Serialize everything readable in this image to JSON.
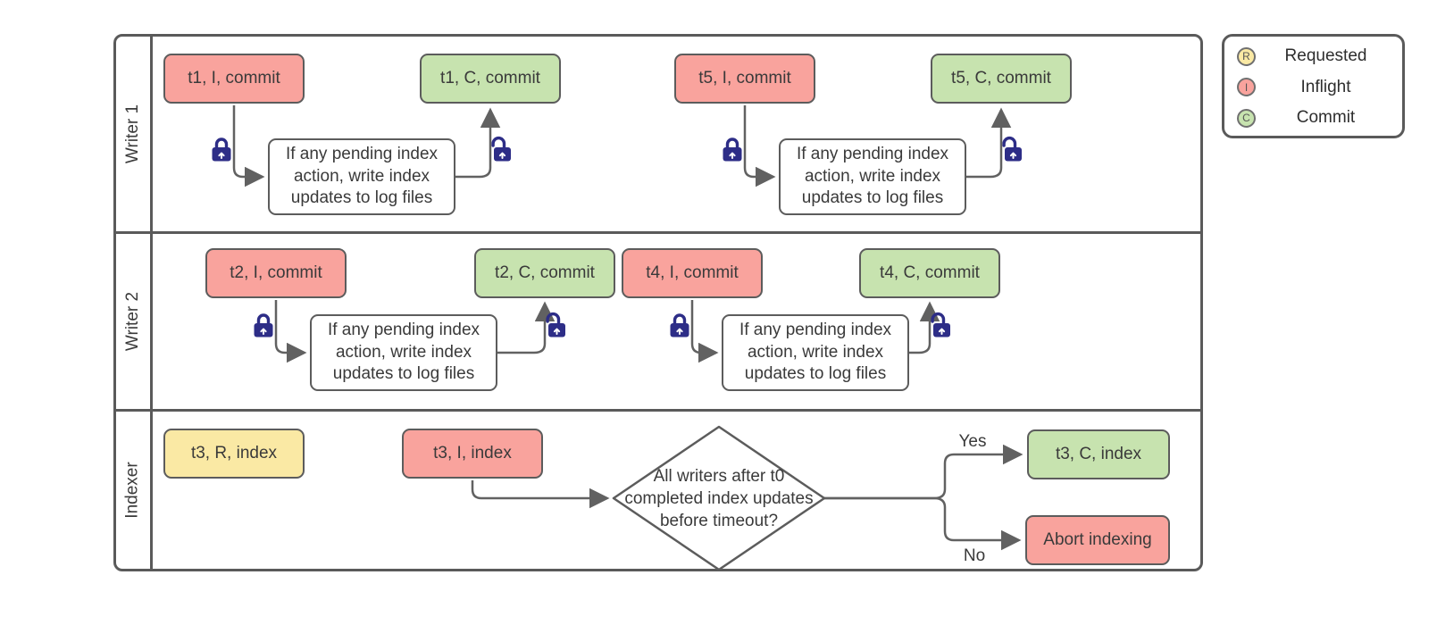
{
  "diagram": {
    "lanes": [
      "Writer 1",
      "Writer 2",
      "Indexer"
    ],
    "legend": {
      "items": [
        {
          "symbol": "R",
          "label": "Requested"
        },
        {
          "symbol": "I",
          "label": "Inflight"
        },
        {
          "symbol": "C",
          "label": "Commit"
        }
      ]
    },
    "nodes": {
      "t1_inflight": "t1, I, commit",
      "t1_commit": "t1, C, commit",
      "t5_inflight": "t5, I, commit",
      "t5_commit": "t5, C, commit",
      "t2_inflight": "t2, I, commit",
      "t2_commit": "t2, C, commit",
      "t4_inflight": "t4, I, commit",
      "t4_commit": "t4, C, commit",
      "t3_requested": "t3, R, index",
      "t3_inflight": "t3, I, index",
      "t3_commit": "t3, C, index",
      "abort": "Abort indexing",
      "log_note": "If any pending index action, write index updates to log files",
      "decision": "All writers after t0 completed index updates before timeout?"
    },
    "edge_labels": {
      "yes": "Yes",
      "no": "No"
    },
    "colors": {
      "requested_fill": "#FAE9A4",
      "inflight_fill": "#F9A39D",
      "commit_fill": "#C7E3AF",
      "shape_border": "#5C5C5C",
      "connector": "#616161",
      "lock": "#2D2D87"
    }
  }
}
